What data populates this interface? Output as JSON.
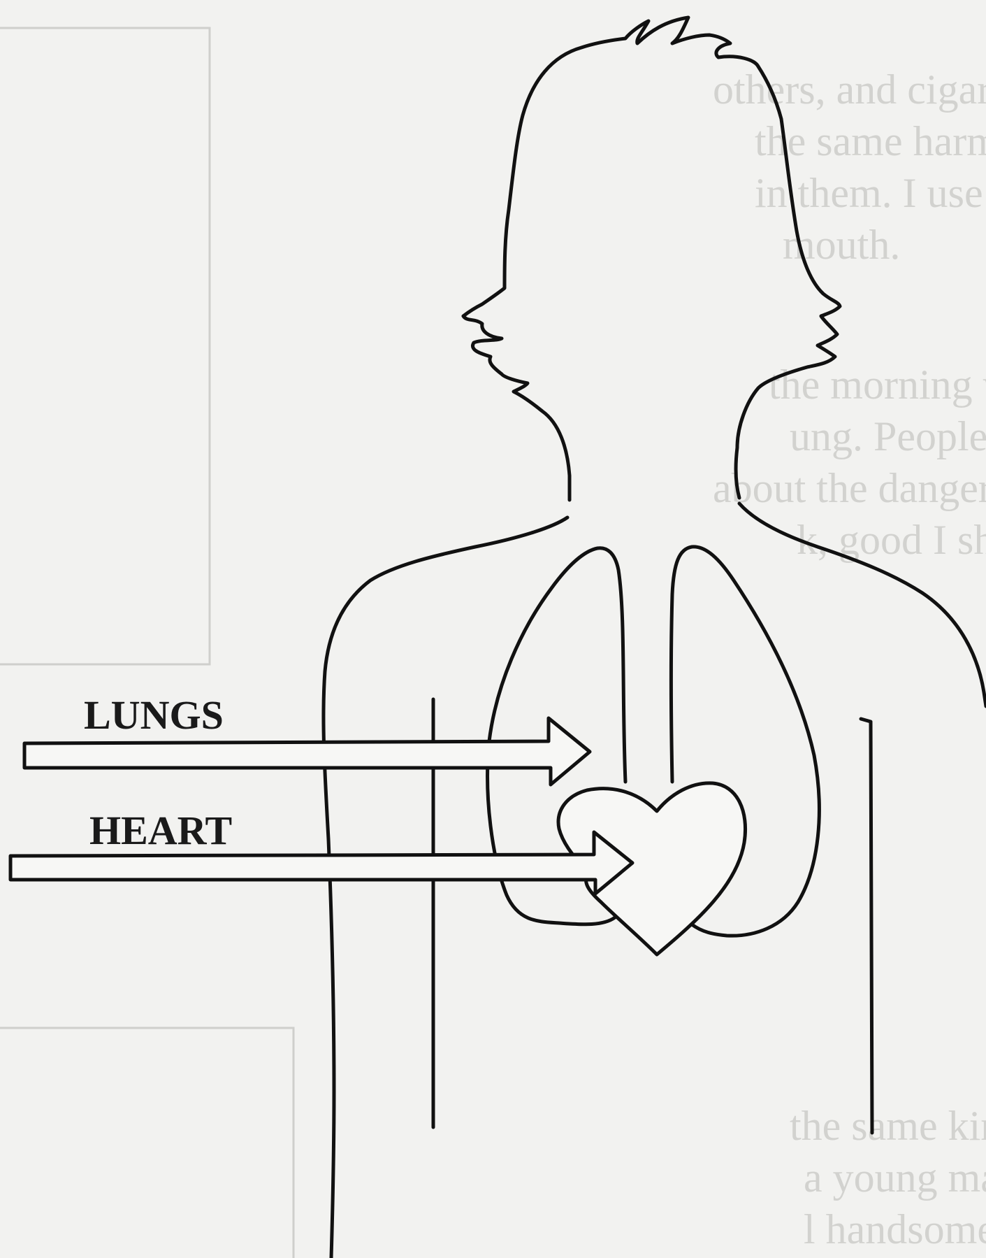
{
  "labels": {
    "lungs": "LUNGS",
    "heart": "HEART"
  },
  "bleed_through_text": [
    "others, and cigarettes have",
    "the same harmful",
    "in them. I use the best",
    "mouth.",
    "the morning we went to a",
    "ung. People from lung",
    "about the dangers of the cells",
    "k, good I should try.",
    "the same kind of the",
    "a young man who",
    "l handsome, my day for"
  ],
  "colors": {
    "ink": "#111111",
    "paper": "#f2f2f0",
    "bleed_through": "#d2d2cf"
  }
}
